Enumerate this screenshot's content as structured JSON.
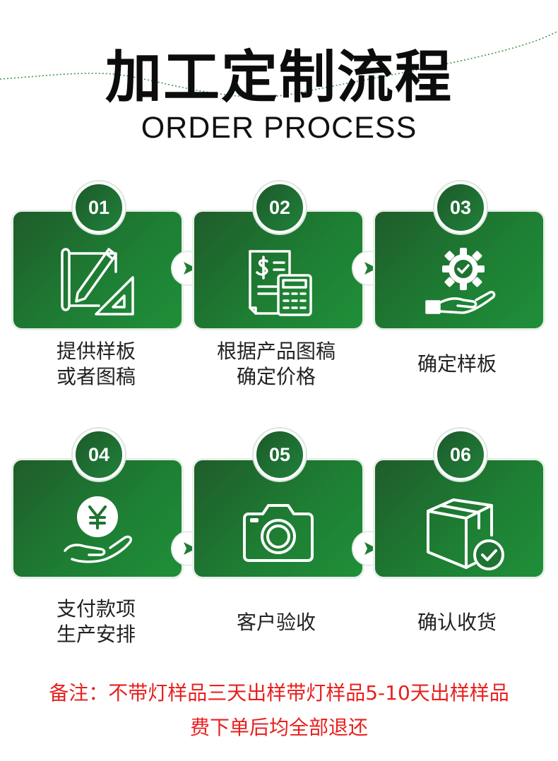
{
  "header": {
    "title_cn": "加工定制流程",
    "title_en": "ORDER PROCESS"
  },
  "steps": [
    {
      "number": "01",
      "label_line1": "提供样板",
      "label_line2": "或者图稿",
      "icon": "drafting-icon"
    },
    {
      "number": "02",
      "label_line1": "根据产品图稿",
      "label_line2": "确定价格",
      "icon": "invoice-calculator-icon"
    },
    {
      "number": "03",
      "label_line1": "确定样板",
      "label_line2": "",
      "icon": "gear-hand-icon"
    },
    {
      "number": "04",
      "label_line1": "支付款项",
      "label_line2": "生产安排",
      "icon": "yen-coin-hand-icon"
    },
    {
      "number": "05",
      "label_line1": "客户验收",
      "label_line2": "",
      "icon": "camera-icon"
    },
    {
      "number": "06",
      "label_line1": "确认收货",
      "label_line2": "",
      "icon": "box-check-icon"
    }
  ],
  "note": {
    "line1": "备注：不带灯样品三天出样带灯样品5-10天出样样品",
    "line2": "费下单后均全部退还"
  },
  "colors": {
    "card_green_dark": "#1f5c2b",
    "card_green_light": "#1f8f39",
    "note_red": "#e8201f"
  }
}
